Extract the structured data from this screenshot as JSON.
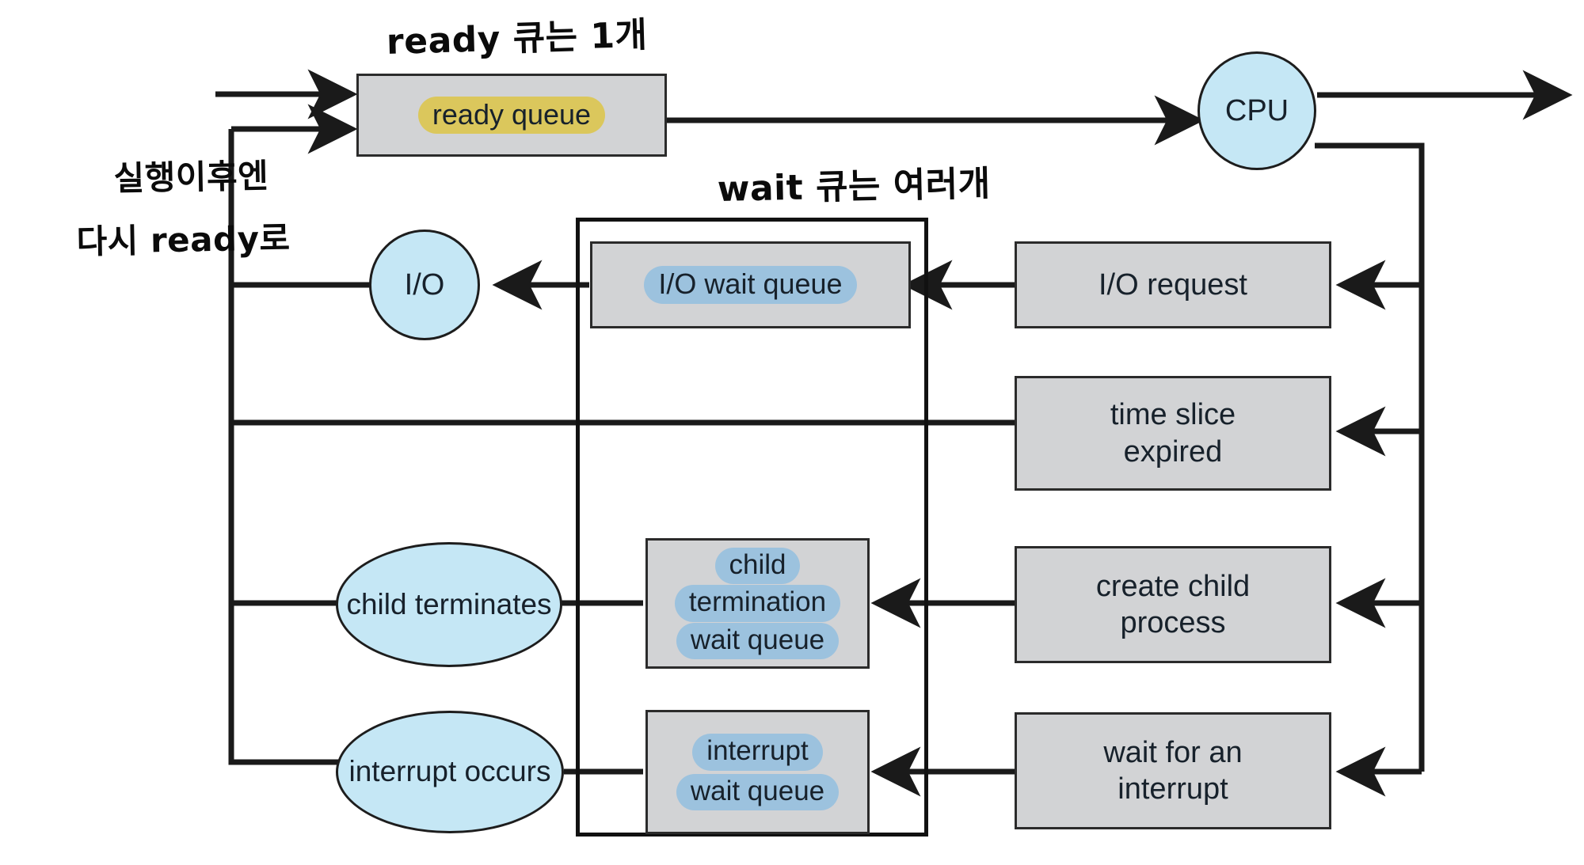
{
  "diagram": {
    "title": "Process state / queueing diagram with Korean handwritten annotations",
    "colors": {
      "box_fill": "#d2d3d5",
      "box_stroke": "#2b2b2b",
      "circle_fill": "#c5e7f5",
      "highlight_yellow": "#dbc75c",
      "highlight_blue": "#9cc2de",
      "wire": "#1a1a1a",
      "background": "#ffffff"
    }
  },
  "annotations": [
    {
      "id": "ready-note",
      "text": "ready 큐는 1개"
    },
    {
      "id": "wait-note",
      "text": "wait 큐는 여러개"
    },
    {
      "id": "reenter-note-line1",
      "text": "실행이후엔"
    },
    {
      "id": "reenter-note-line2",
      "text": "다시 ready로"
    }
  ],
  "nodes": {
    "ready_queue": {
      "label": "ready queue",
      "kind": "box-highlight-yellow"
    },
    "cpu": {
      "label": "CPU",
      "kind": "circle"
    },
    "io": {
      "label": "I/O",
      "kind": "circle"
    },
    "io_wait_queue": {
      "lines": [
        "I/O wait queue"
      ],
      "kind": "box-highlight-blue"
    },
    "child_termination_wait_queue": {
      "lines": [
        "child",
        "termination",
        "wait queue"
      ],
      "kind": "box-highlight-blue"
    },
    "interrupt_wait_queue": {
      "lines": [
        "interrupt",
        "wait queue"
      ],
      "kind": "box-highlight-blue"
    },
    "io_request": {
      "lines": [
        "I/O request"
      ],
      "kind": "box"
    },
    "time_slice_expired": {
      "lines": [
        "time slice",
        "expired"
      ],
      "kind": "box"
    },
    "create_child_process": {
      "lines": [
        "create child",
        "process"
      ],
      "kind": "box"
    },
    "wait_for_an_interrupt": {
      "lines": [
        "wait for an",
        "interrupt"
      ],
      "kind": "box"
    },
    "child_terminates": {
      "lines": [
        "child",
        "terminates"
      ],
      "kind": "ellipse"
    },
    "interrupt_occurs": {
      "lines": [
        "interrupt",
        "occurs"
      ],
      "kind": "ellipse"
    }
  }
}
